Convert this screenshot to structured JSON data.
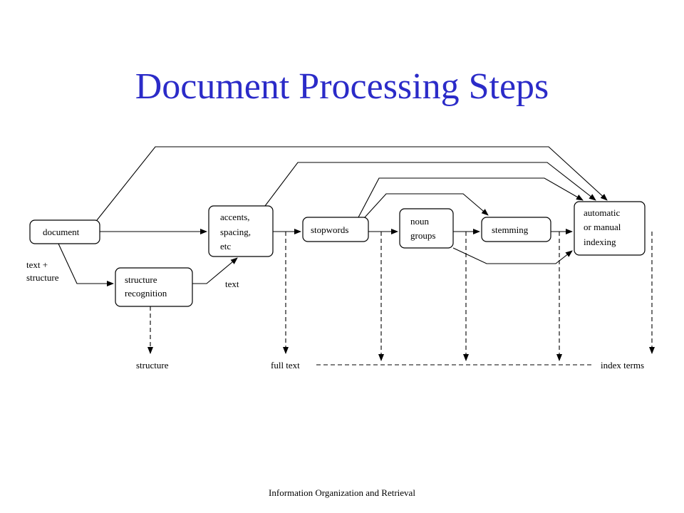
{
  "title": "Document Processing Steps",
  "footer": "Information Organization and Retrieval",
  "diagram": {
    "nodes": {
      "document": [
        "document"
      ],
      "accents": [
        "accents,",
        "spacing,",
        "etc"
      ],
      "structure_recognition": [
        "structure",
        "recognition"
      ],
      "stopwords": [
        "stopwords"
      ],
      "noun_groups": [
        "noun",
        "groups"
      ],
      "stemming": [
        "stemming"
      ],
      "indexing": [
        "automatic",
        "or manual",
        "indexing"
      ]
    },
    "edge_labels": {
      "text_structure": [
        "text +",
        "structure"
      ],
      "text": "text"
    },
    "outputs": {
      "structure": "structure",
      "full_text": "full text",
      "index_terms": "index terms"
    }
  }
}
